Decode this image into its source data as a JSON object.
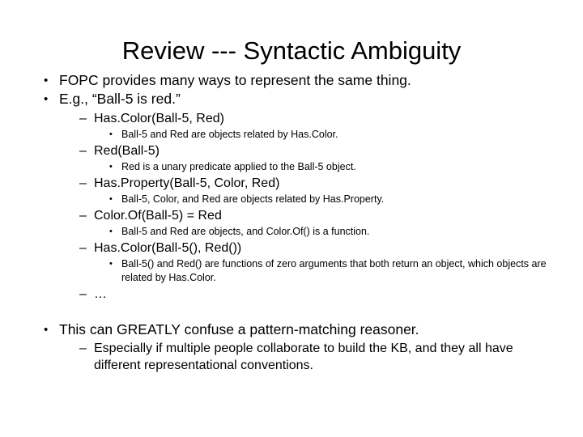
{
  "slide": {
    "title": "Review --- Syntactic Ambiguity",
    "bullet_marker_l1": "•",
    "bullet_marker_l2": "–",
    "bullet_marker_l3": "•",
    "lines": [
      {
        "level": 1,
        "text": "FOPC provides many ways to represent the same thing."
      },
      {
        "level": 1,
        "text": "E.g., “Ball-5 is red.”"
      },
      {
        "level": 2,
        "text": "Has.Color(Ball-5, Red)"
      },
      {
        "level": 3,
        "text": "Ball-5 and Red are objects related by Has.Color."
      },
      {
        "level": 2,
        "text": "Red(Ball-5)"
      },
      {
        "level": 3,
        "text": "Red is a unary predicate applied to the Ball-5 object."
      },
      {
        "level": 2,
        "text": "Has.Property(Ball-5, Color, Red)"
      },
      {
        "level": 3,
        "text": "Ball-5, Color, and Red are objects related by Has.Property."
      },
      {
        "level": 2,
        "text": "Color.Of(Ball-5) = Red"
      },
      {
        "level": 3,
        "text": "Ball-5 and Red are objects, and Color.Of() is a function."
      },
      {
        "level": 2,
        "text": "Has.Color(Ball-5(), Red())"
      },
      {
        "level": 3,
        "text": "Ball-5() and Red() are functions of zero arguments that both return an object, which objects are related by Has.Color."
      },
      {
        "level": 2,
        "text": "…"
      },
      {
        "level": 1,
        "text": "This can GREATLY confuse a pattern-matching reasoner."
      },
      {
        "level": 2,
        "text": "Especially if multiple people collaborate to build the KB, and they all have different representational conventions."
      }
    ]
  }
}
